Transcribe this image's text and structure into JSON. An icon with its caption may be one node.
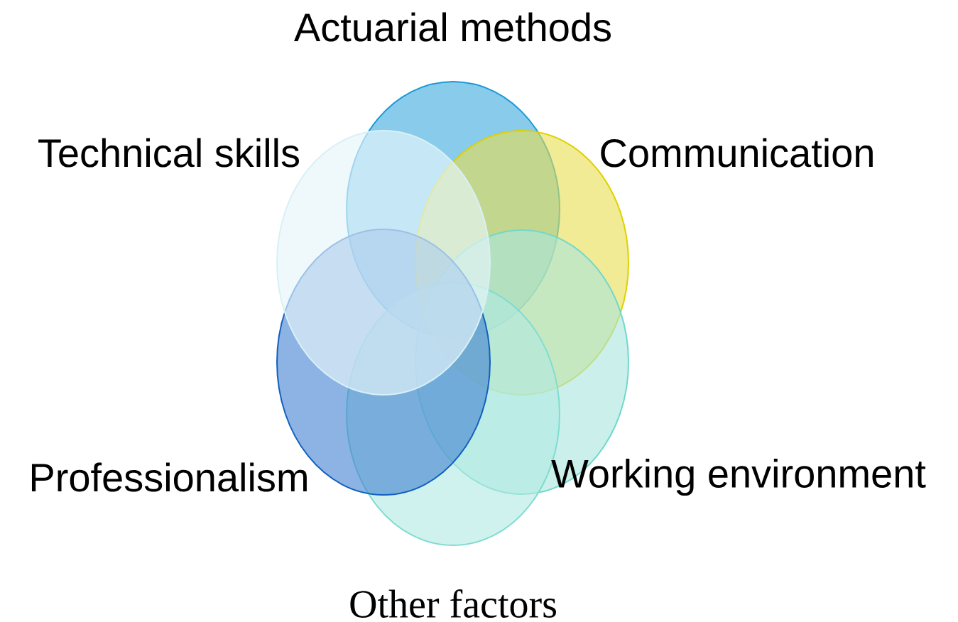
{
  "diagram": {
    "nodes": [
      {
        "text": [
          "Actuarial methods"
        ]
      },
      {
        "text": [
          "Technical skills"
        ]
      },
      {
        "text": [
          "Communication"
        ]
      },
      {
        "text": [
          "Professionalism"
        ]
      },
      {
        "text": [
          "Working environment"
        ]
      },
      {
        "text": [
          "Other factors"
        ]
      }
    ]
  }
}
